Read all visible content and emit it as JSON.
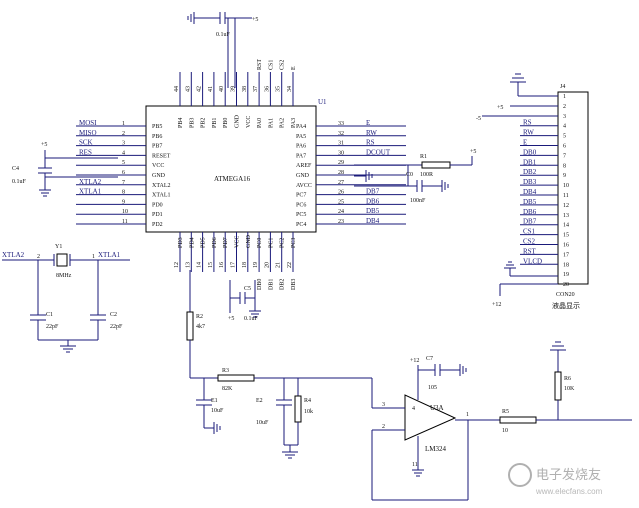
{
  "colors": {
    "wire": "#1a1a7a",
    "component": "#000000",
    "highlight": "#c0392b",
    "watermark": "#b0b0b0"
  },
  "top_cap": {
    "value": "0.1uF",
    "net": "+5"
  },
  "mcu": {
    "ref": "U1",
    "part": "ATMEGA16",
    "left_pins": [
      {
        "num": "1",
        "name": "PB5",
        "net": "MOSI"
      },
      {
        "num": "2",
        "name": "PB6",
        "net": "MISO"
      },
      {
        "num": "3",
        "name": "PB7",
        "net": "SCK"
      },
      {
        "num": "4",
        "name": "RESET",
        "net": "RES"
      },
      {
        "num": "5",
        "name": "VCC",
        "net": ""
      },
      {
        "num": "6",
        "name": "GND",
        "net": ""
      },
      {
        "num": "7",
        "name": "XTAL2",
        "net": "XTLA2"
      },
      {
        "num": "8",
        "name": "XTAL1",
        "net": "XTLA1"
      },
      {
        "num": "9",
        "name": "PD0",
        "net": ""
      },
      {
        "num": "10",
        "name": "PD1",
        "net": ""
      },
      {
        "num": "11",
        "name": "PD2",
        "net": ""
      }
    ],
    "right_pins": [
      {
        "num": "33",
        "name": "PA4",
        "net": "E"
      },
      {
        "num": "32",
        "name": "PA5",
        "net": "RW"
      },
      {
        "num": "31",
        "name": "PA6",
        "net": "RS"
      },
      {
        "num": "30",
        "name": "PA7",
        "net": "DCOUT"
      },
      {
        "num": "29",
        "name": "AREF",
        "net": ""
      },
      {
        "num": "28",
        "name": "GND",
        "net": ""
      },
      {
        "num": "27",
        "name": "AVCC",
        "net": ""
      },
      {
        "num": "26",
        "name": "PC7",
        "net": "DB7"
      },
      {
        "num": "25",
        "name": "PC6",
        "net": "DB6"
      },
      {
        "num": "24",
        "name": "PC5",
        "net": "DB5"
      },
      {
        "num": "23",
        "name": "PC4",
        "net": "DB4"
      }
    ],
    "top_pins": [
      {
        "num": "44",
        "name": "PB4",
        "net": ""
      },
      {
        "num": "43",
        "name": "PB3",
        "net": ""
      },
      {
        "num": "42",
        "name": "PB2",
        "net": ""
      },
      {
        "num": "41",
        "name": "PB1",
        "net": ""
      },
      {
        "num": "40",
        "name": "PB0",
        "net": ""
      },
      {
        "num": "39",
        "name": "GND",
        "net": ""
      },
      {
        "num": "38",
        "name": "VCC",
        "net": ""
      },
      {
        "num": "37",
        "name": "PA0",
        "net": "RST"
      },
      {
        "num": "36",
        "name": "PA1",
        "net": "CS1"
      },
      {
        "num": "35",
        "name": "PA2",
        "net": "CS2"
      },
      {
        "num": "34",
        "name": "PA3",
        "net": "E"
      }
    ],
    "bottom_pins": [
      {
        "num": "12",
        "name": "PD3",
        "net": ""
      },
      {
        "num": "13",
        "name": "PD4",
        "net": ""
      },
      {
        "num": "14",
        "name": "PD5",
        "net": ""
      },
      {
        "num": "15",
        "name": "PD6",
        "net": ""
      },
      {
        "num": "16",
        "name": "PD7",
        "net": ""
      },
      {
        "num": "17",
        "name": "VCC",
        "net": ""
      },
      {
        "num": "18",
        "name": "GND",
        "net": ""
      },
      {
        "num": "19",
        "name": "PC0",
        "net": "DB0"
      },
      {
        "num": "20",
        "name": "PC1",
        "net": "DB1"
      },
      {
        "num": "21",
        "name": "PC2",
        "net": "DB2"
      },
      {
        "num": "22",
        "name": "PC3",
        "net": "DB3"
      }
    ]
  },
  "c4": {
    "ref": "C4",
    "value": "0.1uF",
    "net": "+5"
  },
  "r1": {
    "ref": "R1",
    "value": "100R",
    "net": "+5"
  },
  "c0": {
    "ref": "C0",
    "value": "100nF"
  },
  "c5": {
    "ref": "C5",
    "value": "0.1uF",
    "net": "+5"
  },
  "crystal": {
    "ref": "Y1",
    "value": "8MHz",
    "net_left": "XTLA2",
    "net_right": "XTLA1",
    "pin_left": "2",
    "pin_right": "1"
  },
  "c1": {
    "ref": "C1",
    "value": "22pF"
  },
  "c2": {
    "ref": "C2",
    "value": "22pF"
  },
  "r2": {
    "ref": "R2",
    "value": "4k7"
  },
  "r3": {
    "ref": "R3",
    "value": "82K"
  },
  "e1": {
    "ref": "E1",
    "value": "10uF"
  },
  "e2": {
    "ref": "E2",
    "value": "10uF"
  },
  "r4": {
    "ref": "R4",
    "value": "10k"
  },
  "c7": {
    "ref": "C7",
    "value": "105",
    "net": "+12"
  },
  "opamp": {
    "ref": "U3A",
    "part": "LM324",
    "pin_in_plus": "3",
    "pin_in_minus": "2",
    "pin_out": "1",
    "pin_vcc": "4",
    "pin_gnd": "11"
  },
  "r5": {
    "ref": "R5",
    "value": "10"
  },
  "r6": {
    "ref": "R6",
    "value": "10K"
  },
  "connector": {
    "ref": "J4",
    "part": "CON20",
    "caption": "液晶显示",
    "top_net": "+5",
    "side_net": "-5",
    "bottom_net": "+12",
    "pins": [
      {
        "num": "1",
        "net": ""
      },
      {
        "num": "2",
        "net": ""
      },
      {
        "num": "3",
        "net": ""
      },
      {
        "num": "4",
        "net": "RS"
      },
      {
        "num": "5",
        "net": "RW"
      },
      {
        "num": "6",
        "net": "E"
      },
      {
        "num": "7",
        "net": "DB0"
      },
      {
        "num": "8",
        "net": "DB1"
      },
      {
        "num": "9",
        "net": "DB2"
      },
      {
        "num": "10",
        "net": "DB3"
      },
      {
        "num": "11",
        "net": "DB4"
      },
      {
        "num": "12",
        "net": "DB5"
      },
      {
        "num": "13",
        "net": "DB6"
      },
      {
        "num": "14",
        "net": "DB7"
      },
      {
        "num": "15",
        "net": "CS1"
      },
      {
        "num": "16",
        "net": "CS2"
      },
      {
        "num": "17",
        "net": "RST"
      },
      {
        "num": "18",
        "net": "VLCD"
      },
      {
        "num": "19",
        "net": ""
      },
      {
        "num": "20",
        "net": ""
      }
    ]
  },
  "watermark": {
    "title": "电子发烧友",
    "subtitle": "www.elecfans.com"
  }
}
